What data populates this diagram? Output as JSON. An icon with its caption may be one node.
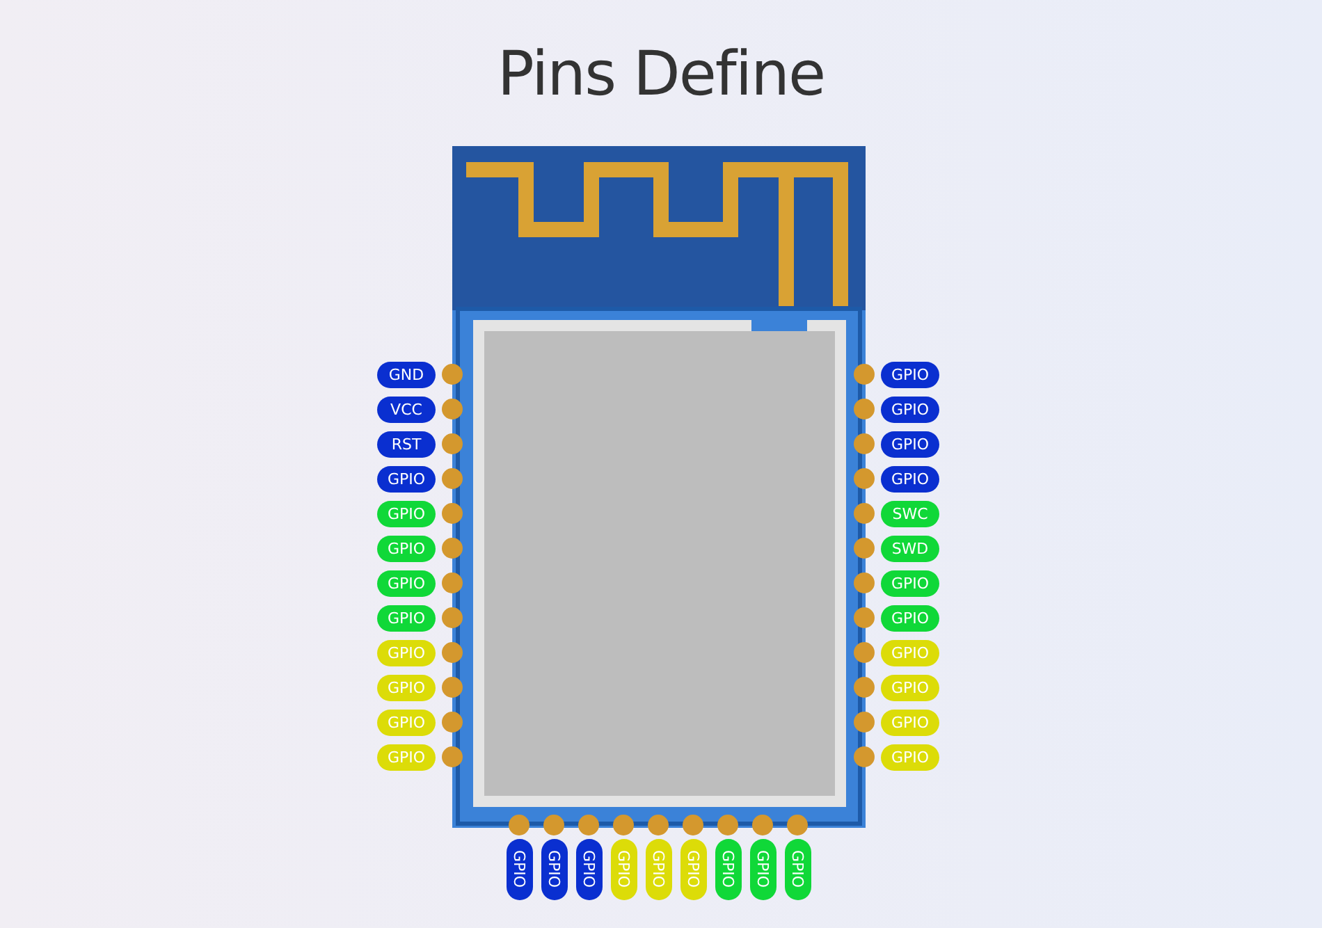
{
  "diagram": {
    "title": "Pins Define",
    "labels": [
      "GND",
      "VCC",
      "RST",
      "GPIO",
      "GPIO",
      "GPIO",
      "GPIO",
      "GPIO",
      "GPIO",
      "GPIO",
      "GPIO",
      "GPIO",
      "GPIO",
      "GPIO",
      "GPIO",
      "GPIO",
      "SWC",
      "SWD",
      "GPIO",
      "GPIO",
      "GPIO",
      "GPIO",
      "GPIO",
      "GPIO",
      "GPIO",
      "GPIO",
      "GPIO",
      "GPIO",
      "GPIO",
      "GPIO",
      "GPIO",
      "GPIO",
      "GPIO"
    ]
  }
}
